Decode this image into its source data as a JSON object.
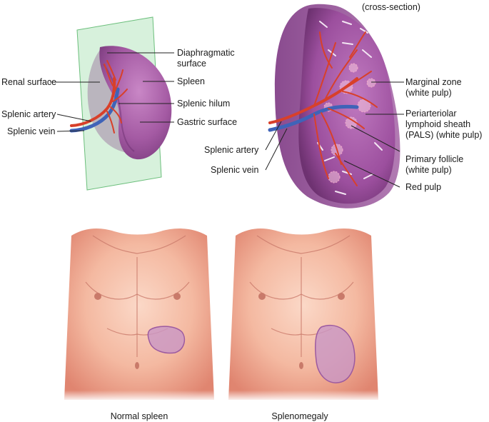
{
  "external_view": {
    "labels": {
      "diaphragmatic_1": "Diaphragmatic",
      "diaphragmatic_2": "surface",
      "spleen": "Spleen",
      "renal_surface": "Renal surface",
      "splenic_hilum": "Splenic hilum",
      "splenic_artery": "Splenic artery",
      "gastric_surface": "Gastric surface",
      "splenic_vein": "Splenic vein"
    }
  },
  "cross_section_view": {
    "title": "(cross-section)",
    "labels": {
      "marginal_zone_1": "Marginal zone",
      "marginal_zone_2": "(white pulp)",
      "pals_1": "Periarteriolar",
      "pals_2": "lymphoid sheath",
      "pals_3": "(PALS) (white pulp)",
      "primary_follicle_1": "Primary follicle",
      "primary_follicle_2": "(white pulp)",
      "red_pulp": "Red pulp",
      "splenic_artery": "Splenic artery",
      "splenic_vein": "Splenic vein"
    }
  },
  "torso_comparison": {
    "normal_caption": "Normal spleen",
    "enlarged_caption": "Splenomegaly"
  },
  "colors": {
    "spleen_purple": "#a05aa0",
    "artery_red": "#d8402a",
    "vein_blue": "#3f63b8",
    "plane_green": "#c9ecd0",
    "skin": "#f2b59e"
  }
}
